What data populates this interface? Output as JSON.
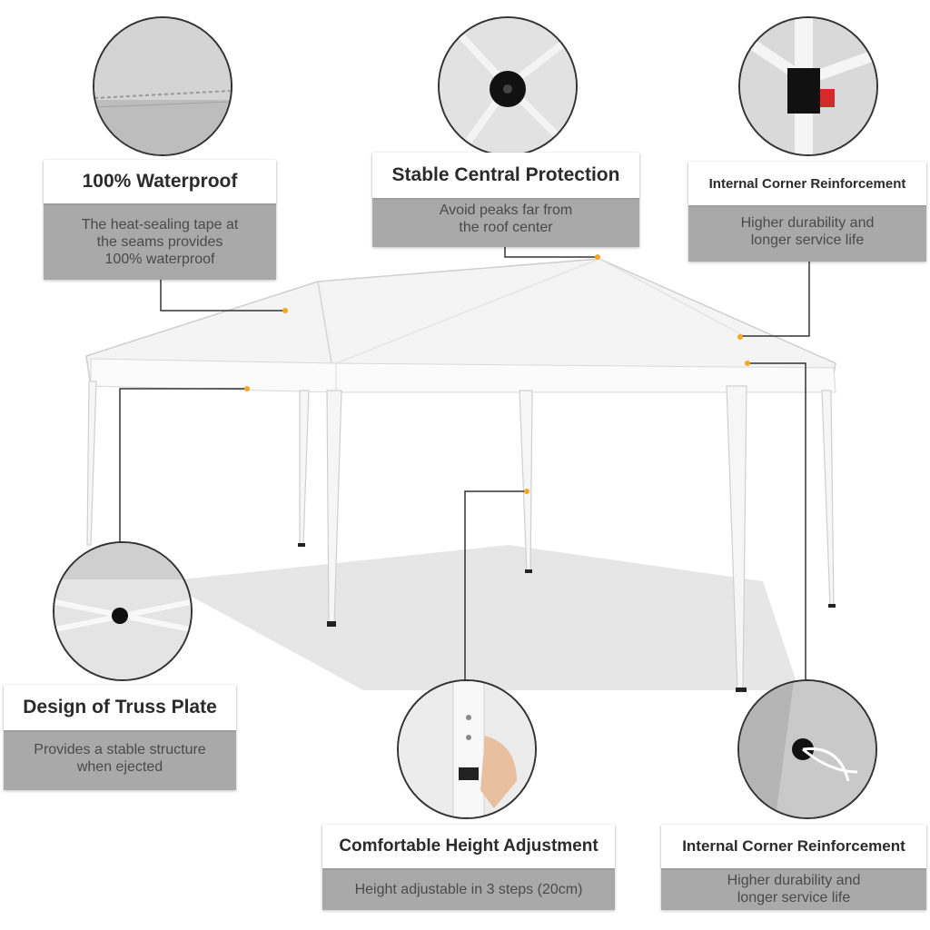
{
  "features": [
    {
      "id": "waterproof",
      "title": "100% Waterproof",
      "description": "The heat-sealing tape at\nthe seams provides\n100% waterproof"
    },
    {
      "id": "central",
      "title": "Stable Central Protection",
      "description": "Avoid peaks far from\nthe roof center"
    },
    {
      "id": "corner_top",
      "title": "Internal Corner Reinforcement",
      "description": "Higher durability and\nlonger service life"
    },
    {
      "id": "truss",
      "title": "Design of Truss Plate",
      "description": "Provides a stable structure\nwhen ejected"
    },
    {
      "id": "height",
      "title": "Comfortable Height Adjustment",
      "description": "Height adjustable in 3 steps (20cm)"
    },
    {
      "id": "corner_bottom",
      "title": "Internal Corner Reinforcement",
      "description": "Higher durability and\nlonger service life"
    }
  ],
  "colors": {
    "accent_dot": "#f5a623",
    "card_gray": "#a9a9a9",
    "line": "#333333"
  }
}
